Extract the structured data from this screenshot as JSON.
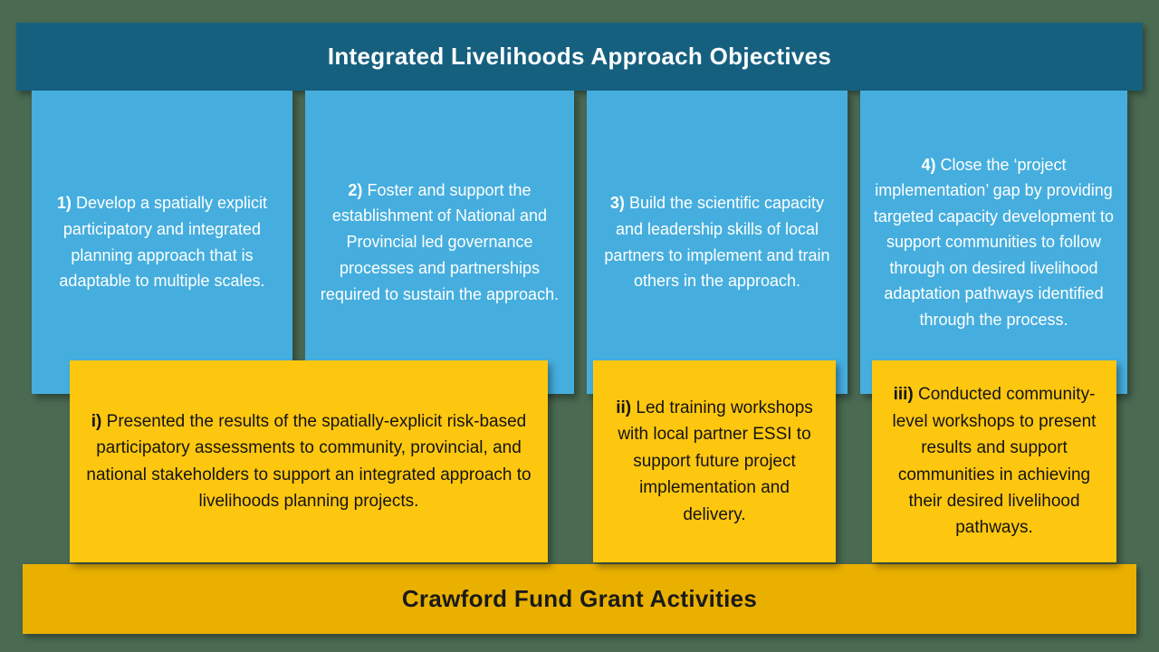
{
  "colors": {
    "background": "#4a6a52",
    "header_banner": "#15607f",
    "objective_box": "#45aede",
    "activity_box": "#fec70f",
    "footer_banner": "#e9b000",
    "objective_text": "#ffffff",
    "activity_text": "#141414"
  },
  "header": {
    "title": "Integrated Livelihoods Approach Objectives"
  },
  "objectives": [
    {
      "prefix": "1)",
      "text": "Develop a spatially explicit participatory and integrated planning approach that is adaptable to multiple scales."
    },
    {
      "prefix": "2)",
      "text": "Foster and support the establishment of National and Provincial led governance processes and partnerships required to sustain the approach."
    },
    {
      "prefix": "3)",
      "text": "Build the scientific capacity and leadership skills of local partners to implement and train others in the approach."
    },
    {
      "prefix": "4)",
      "text": "Close the ‘project implementation’ gap by providing targeted capacity development to support communities to follow through on desired livelihood adaptation pathways identified through the process."
    }
  ],
  "activities": [
    {
      "prefix": "i)",
      "text": "Presented the results of the spatially-explicit risk-based participatory assessments to community, provincial, and national stakeholders to support an integrated approach to livelihoods planning projects."
    },
    {
      "prefix": "ii)",
      "text": "Led training workshops with local partner ESSI to support future project implementation and delivery."
    },
    {
      "prefix": "iii)",
      "text": "Conducted community-level workshops to present results and support communities in achieving their desired livelihood pathways."
    }
  ],
  "footer": {
    "title": "Crawford Fund Grant Activities"
  }
}
